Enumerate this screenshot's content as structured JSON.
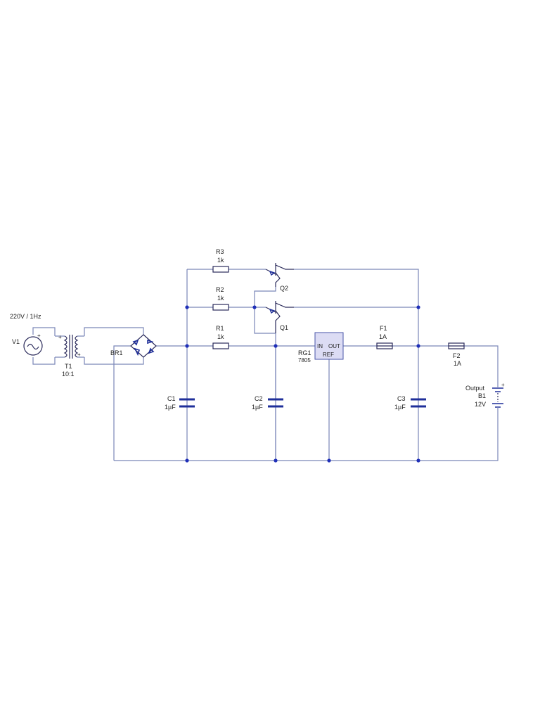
{
  "source": {
    "ref": "V1",
    "value": "220V / 1Hz",
    "plus": "+"
  },
  "transformer": {
    "ref": "T1",
    "ratio": "10:1",
    "plus1": "+",
    "plus2": "+"
  },
  "bridge": {
    "ref": "BR1"
  },
  "resistors": [
    {
      "ref": "R3",
      "value": "1k"
    },
    {
      "ref": "R2",
      "value": "1k"
    },
    {
      "ref": "R1",
      "value": "1k"
    }
  ],
  "transistors": [
    {
      "ref": "Q2"
    },
    {
      "ref": "Q1"
    }
  ],
  "regulator": {
    "ref": "RG1",
    "part": "7805",
    "pin_in": "IN",
    "pin_out": "OUT",
    "pin_ref": "REF"
  },
  "capacitors": [
    {
      "ref": "C1",
      "value": "1µF"
    },
    {
      "ref": "C2",
      "value": "1µF"
    },
    {
      "ref": "C3",
      "value": "1µF"
    }
  ],
  "fuses": [
    {
      "ref": "F1",
      "value": "1A"
    },
    {
      "ref": "F2",
      "value": "1A"
    }
  ],
  "battery": {
    "name": "Output",
    "ref": "B1",
    "value": "12V",
    "plus": "+"
  },
  "colors": {
    "wire": "#7a86b8",
    "node": "#1f2fb8",
    "component": "#2a2a5a",
    "regulator_fill": "#dcdcf4"
  }
}
